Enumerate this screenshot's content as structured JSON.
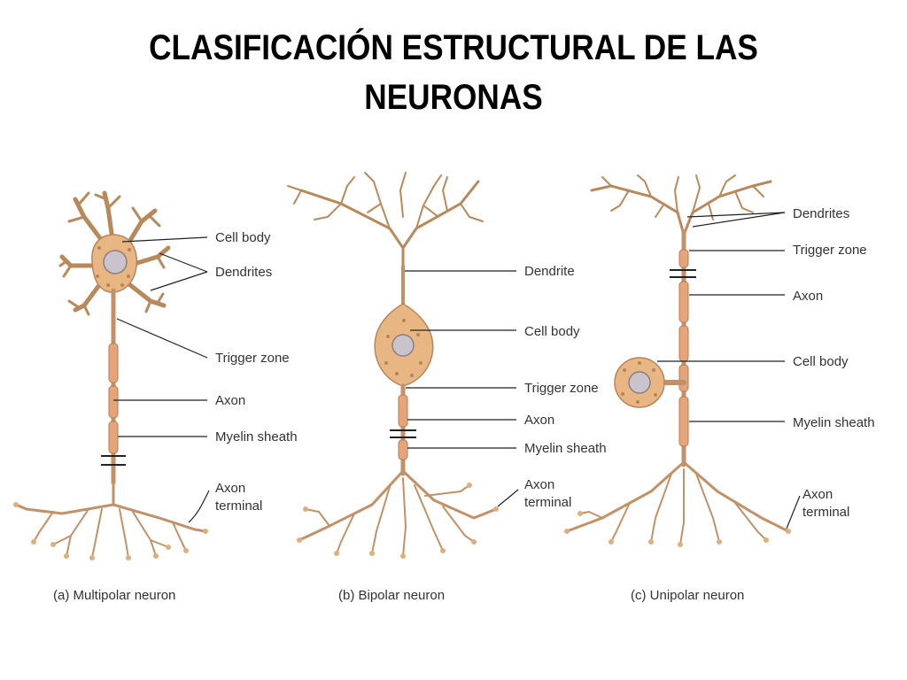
{
  "title": "CLASIFICACIÓN ESTRUCTURAL DE LAS NEURONAS",
  "colors": {
    "neuron_fill": "#e7b683",
    "dendrite": "#b8895a",
    "myelin": "#e6a47a",
    "nucleus": "#c9c4cc",
    "label_text": "#333333",
    "title_text": "#000000"
  },
  "neurons": [
    {
      "type": "multipolar",
      "caption": "(a) Multipolar neuron",
      "labels": {
        "cell_body": "Cell body",
        "dendrites": "Dendrites",
        "trigger_zone": "Trigger zone",
        "axon": "Axon",
        "myelin_sheath": "Myelin sheath",
        "axon_terminal_1": "Axon",
        "axon_terminal_2": "terminal"
      }
    },
    {
      "type": "bipolar",
      "caption": "(b) Bipolar neuron",
      "labels": {
        "dendrite": "Dendrite",
        "cell_body": "Cell body",
        "trigger_zone": "Trigger zone",
        "axon": "Axon",
        "myelin_sheath": "Myelin sheath",
        "axon_terminal_1": "Axon",
        "axon_terminal_2": "terminal"
      }
    },
    {
      "type": "unipolar",
      "caption": "(c) Unipolar neuron",
      "labels": {
        "dendrites": "Dendrites",
        "trigger_zone": "Trigger zone",
        "axon": "Axon",
        "cell_body": "Cell body",
        "myelin_sheath": "Myelin sheath",
        "axon_terminal_1": "Axon",
        "axon_terminal_2": "terminal"
      }
    }
  ]
}
